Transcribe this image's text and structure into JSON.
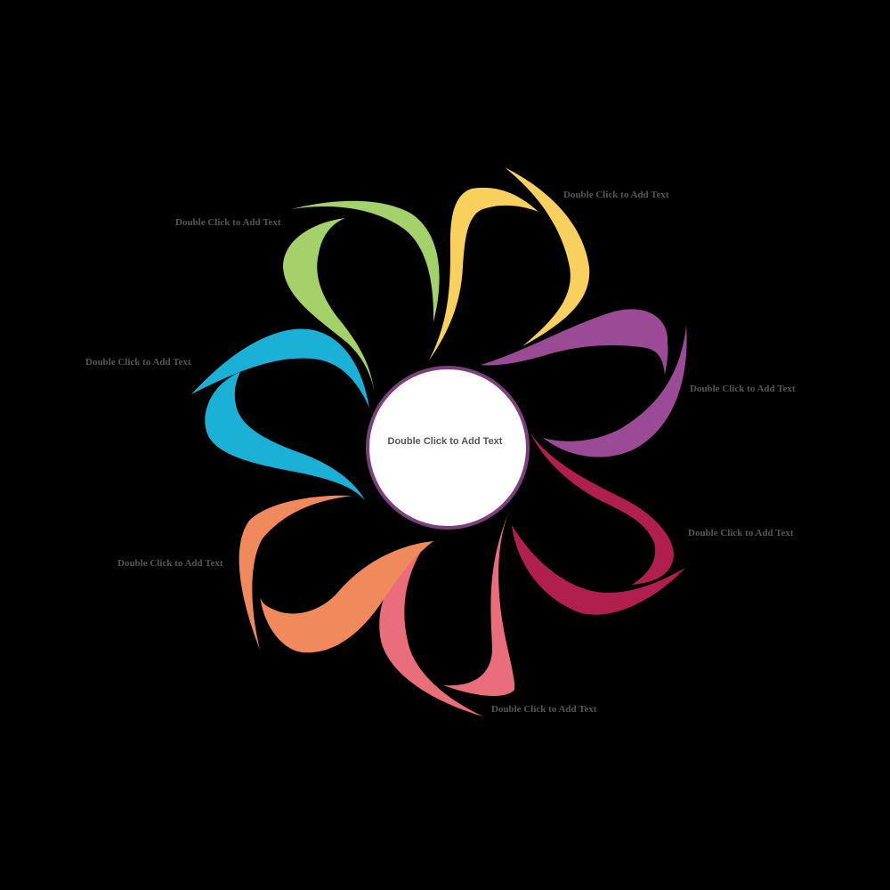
{
  "diagram": {
    "type": "radial-petal-diagram",
    "background": "#000000",
    "center": {
      "text": "Double Click to Add Text",
      "fill": "#ffffff",
      "stroke": "#7b3f7f"
    },
    "petals": [
      {
        "id": "green",
        "color": "#a5d16b",
        "label": "Double Click to Add Text"
      },
      {
        "id": "yellow",
        "color": "#f7d05e",
        "label": "Double Click to Add Text"
      },
      {
        "id": "purple",
        "color": "#9b4b96",
        "label": "Double Click to Add Text"
      },
      {
        "id": "crimson",
        "color": "#b01f4e",
        "label": "Double Click to Add Text"
      },
      {
        "id": "pink",
        "color": "#e96d7a",
        "label": "Double Click to Add Text"
      },
      {
        "id": "orange",
        "color": "#f0895b",
        "label": "Double Click to Add Text"
      },
      {
        "id": "blue",
        "color": "#1bb1d6",
        "label": "Double Click to Add Text"
      }
    ]
  }
}
